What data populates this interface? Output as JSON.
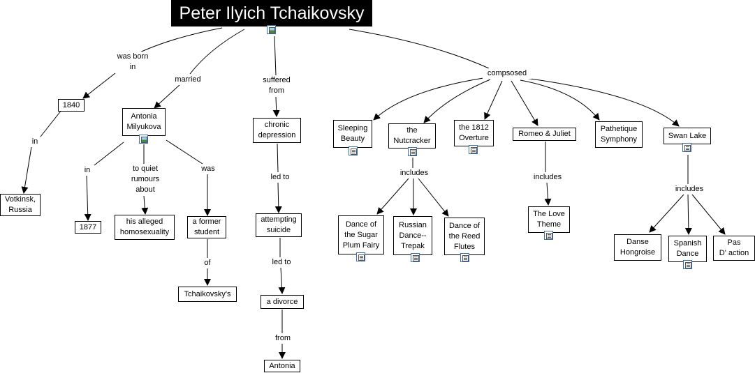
{
  "diagram": {
    "root": "Peter Ilyich Tchaikovsky",
    "nodes": {
      "n1840": "1840",
      "votkinsk": "Votkinsk,\nRussia",
      "antonia_m": "Antonia\nMilyukova",
      "n1877": "1877",
      "homosexuality": "his alleged\nhomosexuality",
      "former_student": "a former\nstudent",
      "tchaik_s": "Tchaikovsky's",
      "depression": "chronic\ndepression",
      "suicide": "attempting\nsuicide",
      "divorce": "a divorce",
      "antonia": "Antonia",
      "sleeping": "Sleeping\nBeauty",
      "nutcracker": "the\nNutcracker",
      "overture": "the 1812\nOverture",
      "romeo": "Romeo & Juliet",
      "pathetique": "Pathetique\nSymphony",
      "swan": "Swan Lake",
      "sugar_plum": "Dance of\nthe Sugar\nPlum Fairy",
      "russian": "Russian\nDance--\nTrepak",
      "reed": "Dance of\nthe Reed\nFlutes",
      "love_theme": "The Love\nTheme",
      "hongroise": "Danse\nHongroise",
      "spanish": "Spanish\nDance",
      "pas": "Pas\nD' action"
    },
    "links": {
      "born_in": "was born\nin",
      "in_1": "in",
      "married": "married",
      "in_2": "in",
      "quiet": "to quiet\nrumours\nabout",
      "was": "was",
      "of": "of",
      "suffered": "suffered\nfrom",
      "led_to_1": "led to",
      "led_to_2": "led to",
      "from": "from",
      "composed": "compsosed",
      "includes_1": "includes",
      "includes_2": "includes",
      "includes_3": "includes"
    },
    "icons": {
      "root": "image-icon",
      "antonia_m": "image-icon",
      "sleeping": "document-icon",
      "nutcracker": "document-icon",
      "overture": "document-icon",
      "swan": "document-icon",
      "sugar_plum": "document-icon",
      "russian": "document-icon",
      "reed": "document-icon",
      "love_theme": "document-icon",
      "spanish": "document-icon"
    },
    "colors": {
      "root_fill": "#000000",
      "root_text": "#ffffff",
      "icon_border": "#3a6fb0"
    }
  }
}
